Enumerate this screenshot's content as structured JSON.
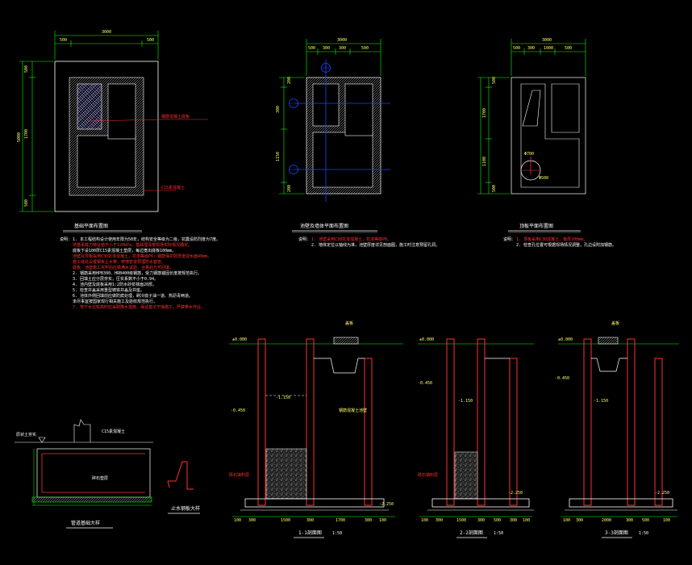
{
  "drawing": {
    "background": "#000000",
    "colors": {
      "outline": "#ffffff",
      "dimension": "#00ff00",
      "text": "#ffff66",
      "wall": "#ff3030",
      "hatch": "#8888ff",
      "axis": "#2040ff"
    }
  },
  "plans": [
    {
      "title": "基础平面布置图",
      "dims_top": [
        "3000",
        "500",
        "500"
      ],
      "dims_left": [
        "500",
        "1700",
        "500"
      ],
      "dim_left_total": "5000",
      "callouts": [
        "钢筋混凝土底板",
        "C15素混凝土"
      ]
    },
    {
      "title": "池壁及墙体平面布置图",
      "dims_top": [
        "3000",
        "500",
        "300",
        "300",
        "500"
      ],
      "dims_left": [
        "200",
        "300",
        "1150",
        "200"
      ],
      "axis_labels": [
        "A",
        "B",
        "C",
        "1"
      ]
    },
    {
      "title": "顶板平面布置图",
      "dims_top": [
        "3000",
        "500",
        "300",
        "1000",
        "500"
      ],
      "dims_left": [
        "500",
        "1700",
        "1100",
        "500"
      ],
      "callouts": [
        "Φ700",
        "Φ500"
      ]
    }
  ],
  "notes": [
    {
      "heading": "说明：",
      "lines": [
        {
          "text": "1. 本工程结构设计使用年限为50年，结构安全等级为二级，抗震设防烈度为7度。",
          "color": "white"
        },
        {
          "text": "   地基承载力特征值不小于120kPa，基础埋深按现场实际情况确定。",
          "color": "red"
        },
        {
          "text": "   底板下设100厚C15素混凝土垫层，每边宽出底板100mm。",
          "color": "white"
        },
        {
          "text": "   池壁及顶板采用C30抗渗混凝土，抗渗等级P6；钢筋保护层厚度迎水面40mm。",
          "color": "red"
        },
        {
          "text": "   施工缝处设置钢板止水带，穿墙管道预埋防水套管。",
          "color": "red"
        },
        {
          "text": "   底板、池壁施工完毕后应做满水试验，合格后方可回填。",
          "color": "red"
        },
        {
          "text": "2. 钢筋采用HPB300、HRB400级钢筋，受力钢筋锚固长度按规范执行。",
          "color": "white"
        },
        {
          "text": "3. 回填土应分层夯实，压实系数不小于0.94。",
          "color": "white"
        },
        {
          "text": "4. 池内壁及底板采用1:2防水砂浆抹面20厚。",
          "color": "white"
        },
        {
          "text": "5. 检查井盖采用重型铸铁井盖及井座。",
          "color": "white"
        },
        {
          "text": "6. 池体外侧回填前应做防腐处理，刷冷底子油一道、热沥青两道。",
          "color": "white"
        },
        {
          "text": "   未尽事宜按国家现行相关施工及验收规范执行。",
          "color": "white"
        },
        {
          "text": "7. 地下水位较高时应采取降水措施，保证基坑干燥施工，严禁带水作业。",
          "color": "red"
        }
      ]
    },
    {
      "heading": "说明：",
      "lines": [
        {
          "text": "1. 池壁采用C30抗渗混凝土，抗渗等级P6。",
          "color": "red"
        },
        {
          "text": "2. 墙体定位以轴线为准，池壁厚度详见剖面图，施工时注意预留孔洞。",
          "color": "white"
        }
      ]
    },
    {
      "heading": "说明：",
      "lines": [
        {
          "text": "1. 顶板采用C30混凝土，板厚200mm。",
          "color": "red"
        },
        {
          "text": "2. 检查孔位置可根据现场情况调整，孔边设附加钢筋。",
          "color": "white"
        }
      ]
    }
  ],
  "sections": [
    {
      "title": "1-1剖面图",
      "scale": "1:50",
      "levels": [
        "±0.000",
        "-0.450",
        "-1.150",
        "-2.250"
      ],
      "callouts": [
        "盖板",
        "砾石填料层",
        "钢筋混凝土池壁"
      ],
      "dims_bottom": [
        "100",
        "300",
        "1500",
        "300",
        "1700",
        "300",
        "100"
      ]
    },
    {
      "title": "2-2剖面图",
      "scale": "1:50",
      "levels": [
        "±0.000",
        "-0.450",
        "-1.150",
        "-2.250"
      ],
      "callouts": [
        "砾石填料层"
      ],
      "dims_bottom": [
        "100",
        "300",
        "1500",
        "300",
        "500",
        "300",
        "100"
      ]
    },
    {
      "title": "3-3剖面图",
      "scale": "1:50",
      "levels": [
        "±0.000",
        "-0.450",
        "-1.150",
        "-2.250"
      ],
      "callouts": [
        "盖板"
      ],
      "dims_bottom": [
        "100",
        "300",
        "2000",
        "300",
        "500",
        "100"
      ]
    }
  ],
  "details": [
    {
      "title": "管道基础大样",
      "callouts": [
        "C15素混凝土",
        "碎石垫层",
        "原状土夯实"
      ]
    },
    {
      "title": "止水钢板大样"
    }
  ]
}
